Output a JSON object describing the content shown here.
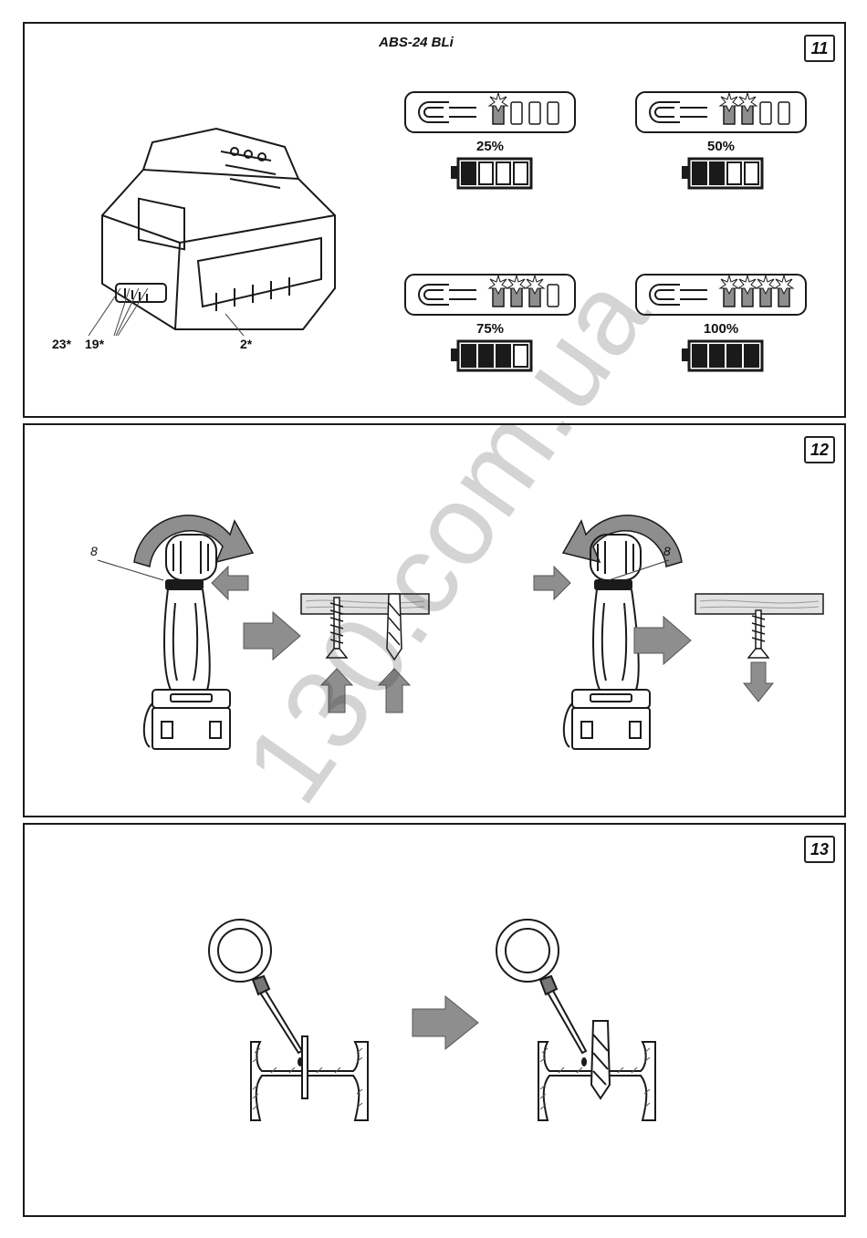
{
  "panel11": {
    "number": "11",
    "model": "ABS-24 BLi",
    "labels": {
      "a": "23*",
      "b": "19*",
      "c": "2*"
    },
    "levels": [
      {
        "percent": "25%",
        "filled": 1,
        "total": 4
      },
      {
        "percent": "50%",
        "filled": 2,
        "total": 4
      },
      {
        "percent": "75%",
        "filled": 3,
        "total": 4
      },
      {
        "percent": "100%",
        "filled": 4,
        "total": 4
      }
    ]
  },
  "panel12": {
    "number": "12",
    "label_left": "8",
    "label_right": "8"
  },
  "panel13": {
    "number": "13"
  },
  "watermark": "130.com.ua",
  "colors": {
    "arrow": "#8e8e8e",
    "line": "#1a1a1a",
    "wood": "#d8d8d8"
  }
}
